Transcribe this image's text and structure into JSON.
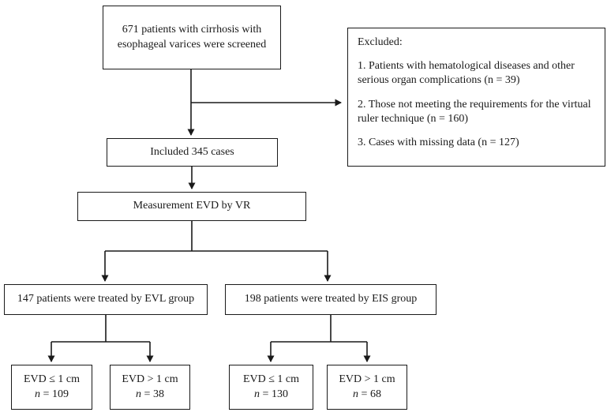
{
  "diagram": {
    "screened": {
      "text": "671 patients with cirrhosis with esophageal varices were screened"
    },
    "excluded": {
      "title": "Excluded:",
      "items": [
        "1. Patients with hematological diseases and other serious organ complications (n = 39)",
        "2. Those not meeting the requirements for the virtual ruler technique (n = 160)",
        "3. Cases with missing data (n = 127)"
      ]
    },
    "included": {
      "text": "Included 345 cases"
    },
    "measurement": {
      "text": "Measurement EVD by VR"
    },
    "evl_group": {
      "text": "147 patients were treated by EVL group"
    },
    "eis_group": {
      "text": "198 patients were treated by EIS group"
    },
    "outcomes": [
      {
        "label": "EVD ≤ 1 cm",
        "count": "n = 109"
      },
      {
        "label": "EVD > 1 cm",
        "count": "n = 38"
      },
      {
        "label": "EVD ≤ 1 cm",
        "count": "n = 130"
      },
      {
        "label": "EVD > 1 cm",
        "count": "n = 68"
      }
    ]
  },
  "colors": {
    "line": "#1a1a1a",
    "box_border": "#1a1a1a",
    "text": "#1a1a1a",
    "background": "#ffffff"
  }
}
